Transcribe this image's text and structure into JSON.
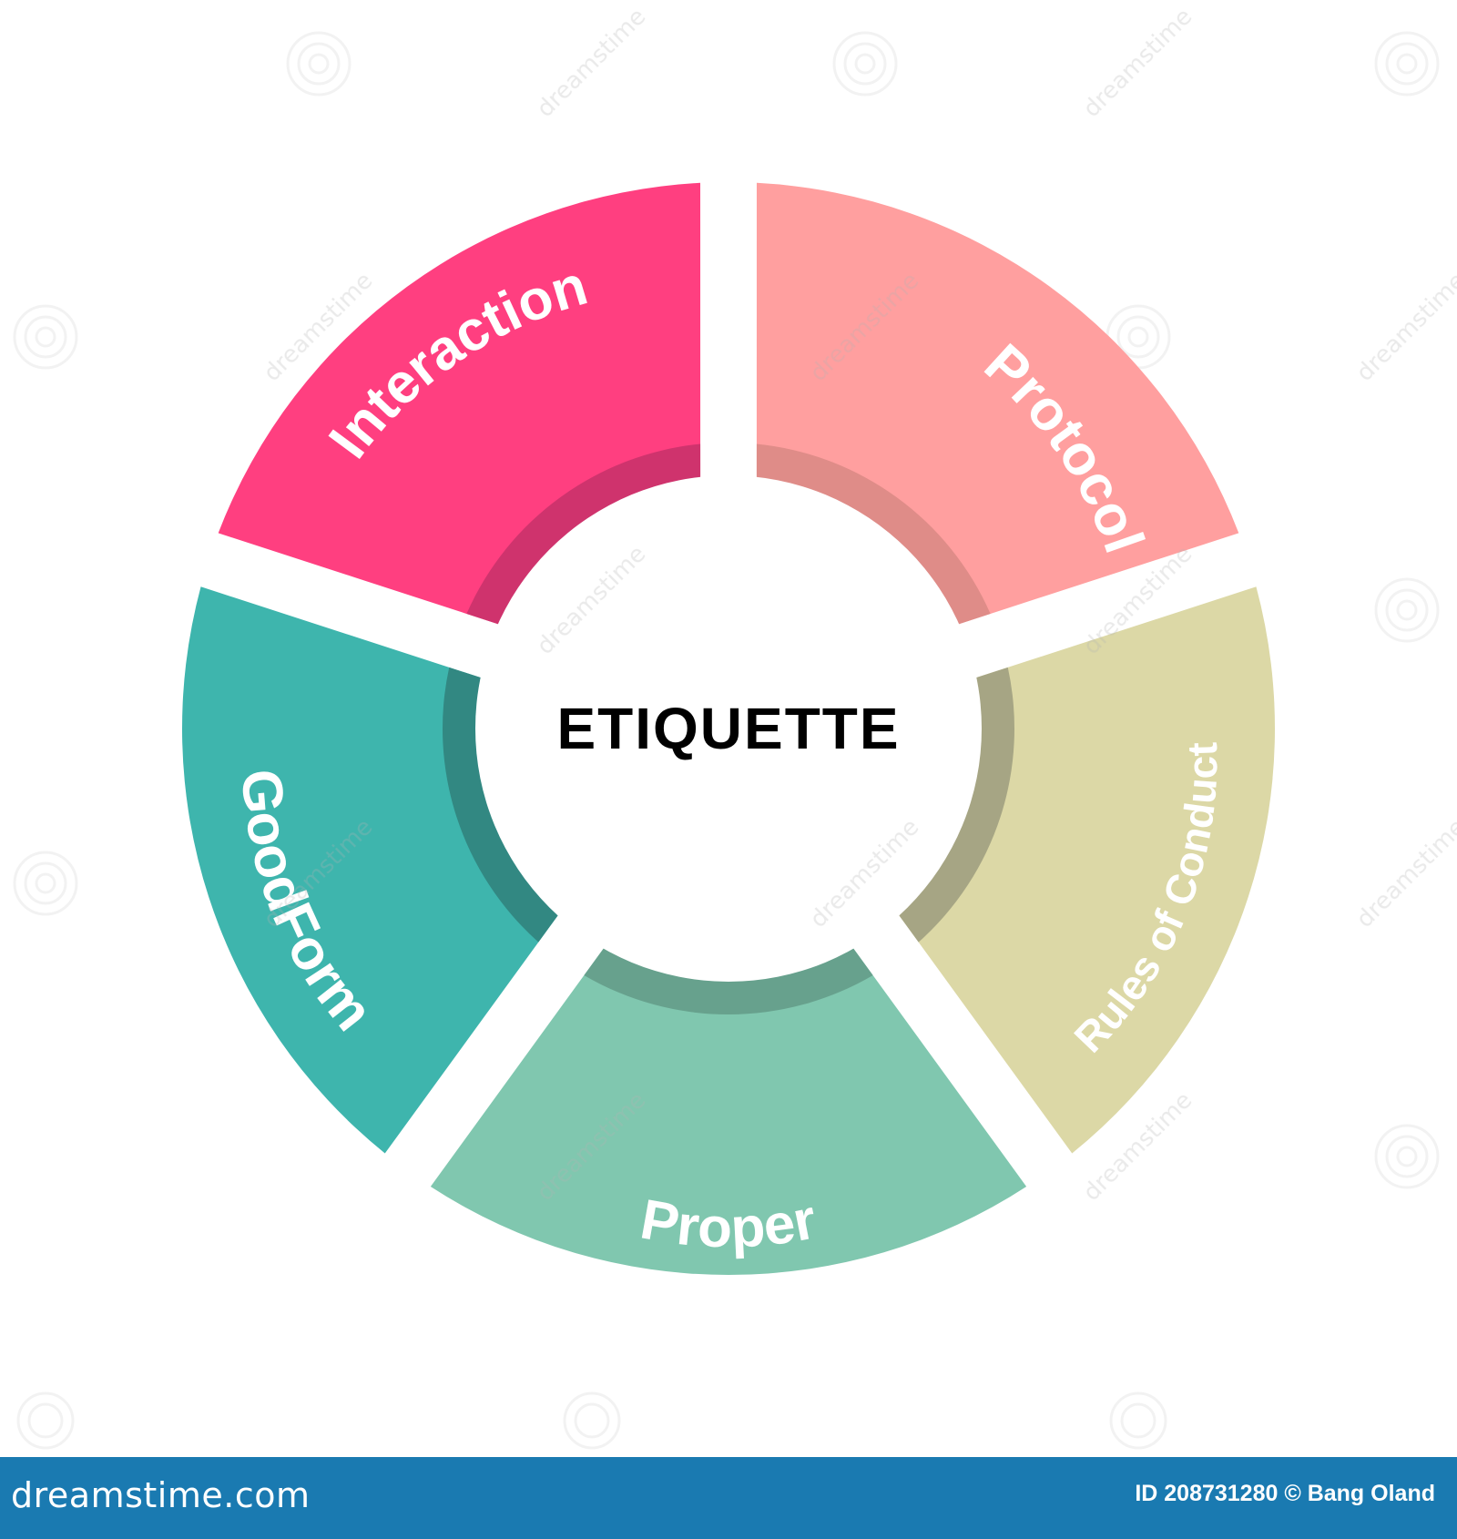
{
  "center": {
    "title": "ETIQUETTE"
  },
  "segments": [
    {
      "label": "Interaction",
      "color": "#ff3f80",
      "shade": "#cf336d"
    },
    {
      "label": "Protocol",
      "color": "#ff9f9f",
      "shade": "#df8c88"
    },
    {
      "label": "Rules of Conduct",
      "color": "#dcd8a6",
      "shade": "#a6a584"
    },
    {
      "label": "Proper",
      "color": "#80c7af",
      "shade": "#67a18d"
    },
    {
      "label": "GoodForm",
      "color": "#3eb5ad",
      "shade": "#328882"
    }
  ],
  "watermark": {
    "text": "dreamstime"
  },
  "footer": {
    "logo": "dreamstime.com",
    "credit": "ID 208731280 © Bang Oland",
    "background": "#1a7ab1"
  }
}
